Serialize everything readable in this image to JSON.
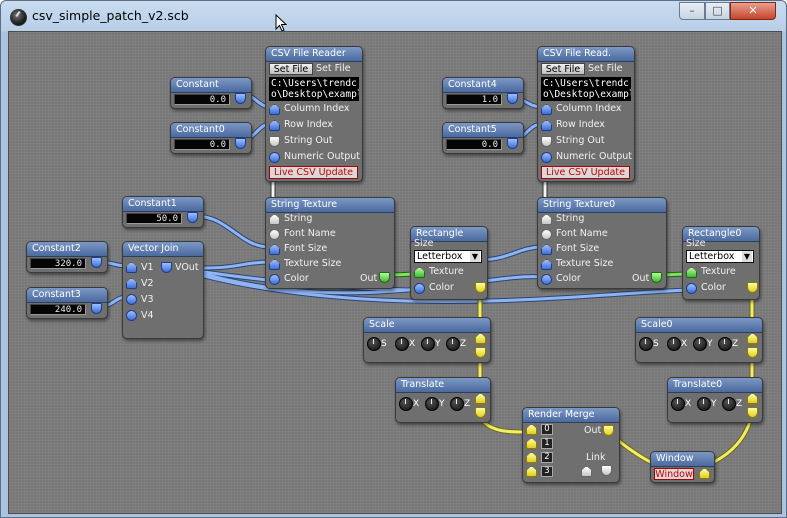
{
  "window": {
    "title": "csv_simple_patch_v2.scb",
    "minimize_glyph": "–",
    "maximize_glyph": "□",
    "close_glyph": "✕"
  },
  "nodes": {
    "constant": {
      "title": "Constant",
      "value": "0.0"
    },
    "constant0": {
      "title": "Constant0",
      "value": "0.0"
    },
    "constant1": {
      "title": "Constant1",
      "value": "50.0"
    },
    "constant2": {
      "title": "Constant2",
      "value": "320.0"
    },
    "constant3": {
      "title": "Constant3",
      "value": "240.0"
    },
    "constant4": {
      "title": "Constant4",
      "value": "1.0"
    },
    "constant5": {
      "title": "Constant5",
      "value": "0.0"
    },
    "csv_reader": {
      "title": "CSV File Reader",
      "set_file_button": "Set File",
      "set_file_label": "Set File",
      "path": "C:\\Users\\trendc\no\\Desktop\\exampl",
      "column_index": "Column Index",
      "row_index": "Row Index",
      "string_out": "String Out",
      "numeric_output": "Numeric Output",
      "live_update": "Live CSV Update"
    },
    "csv_reader2": {
      "title": "CSV File Read.",
      "set_file_button": "Set File",
      "set_file_label": "Set File",
      "path": "C:\\Users\\trendc\no\\Desktop\\exampl",
      "column_index": "Column Index",
      "row_index": "Row Index",
      "string_out": "String Out",
      "numeric_output": "Numeric Output",
      "live_update": "Live CSV Update"
    },
    "string_texture": {
      "title": "String Texture",
      "string": "String",
      "font_name": "Font Name",
      "font_size": "Font Size",
      "texture_size": "Texture Size",
      "color": "Color",
      "out": "Out"
    },
    "string_texture0": {
      "title": "String Texture0",
      "string": "String",
      "font_name": "Font Name",
      "font_size": "Font Size",
      "texture_size": "Texture Size",
      "color": "Color",
      "out": "Out"
    },
    "vector_join": {
      "title": "Vector Join",
      "v1": "V1",
      "v2": "V2",
      "v3": "V3",
      "v4": "V4",
      "vout": "VOut"
    },
    "rectangle": {
      "title": "Rectangle",
      "size": "Size",
      "size_value": "Letterbox",
      "texture": "Texture",
      "color": "Color"
    },
    "rectangle0": {
      "title": "Rectangle0",
      "size": "Size",
      "size_value": "Letterbox",
      "texture": "Texture",
      "color": "Color"
    },
    "scale": {
      "title": "Scale",
      "s": "S",
      "x": "X",
      "y": "Y",
      "z": "Z"
    },
    "scale0": {
      "title": "Scale0",
      "s": "S",
      "x": "X",
      "y": "Y",
      "z": "Z"
    },
    "translate": {
      "title": "Translate",
      "x": "X",
      "y": "Y",
      "z": "Z"
    },
    "translate0": {
      "title": "Translate0",
      "x": "X",
      "y": "Y",
      "z": "Z"
    },
    "render_merge": {
      "title": "Render Merge",
      "inputs": [
        "0",
        "1",
        "2",
        "3"
      ],
      "out": "Out",
      "link": "Link"
    },
    "window_node": {
      "title": "Window",
      "button": "Window"
    }
  },
  "colors": {
    "canvas": "#787878",
    "node_header": "#5a78ad",
    "wire_blue": "#8fb4f2",
    "wire_yellow": "#f2ee6a",
    "wire_white": "#f4f4f4"
  }
}
